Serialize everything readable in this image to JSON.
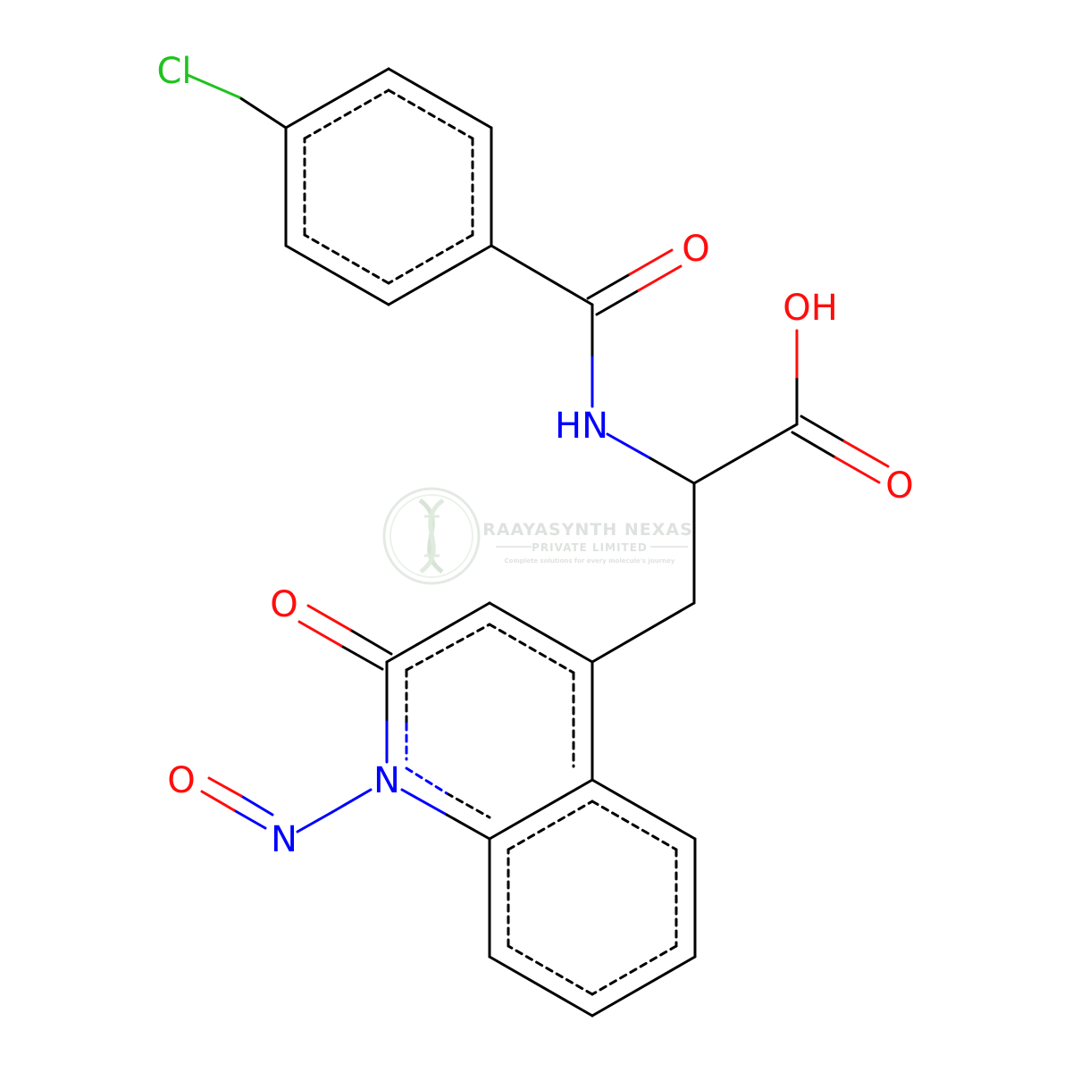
{
  "molecule": {
    "atom_labels": {
      "cl": "Cl",
      "o_amide": "O",
      "oh": "OH",
      "nh": "HN",
      "o_acid": "O",
      "o_ring": "O",
      "n_ring": "N",
      "o_nitroso": "O",
      "n_nitroso": "N"
    }
  },
  "watermark": {
    "title": "RAAYASYNTH NEXAS",
    "subtitle": "PRIVATE LIMITED",
    "tagline": "Complete solutions for every molecule's journey"
  },
  "colors": {
    "bond": "#000000",
    "oxygen": "#ff0d0d",
    "nitrogen": "#0000ff",
    "chlorine": "#1ec31e",
    "watermark": "#cfd8cf"
  }
}
